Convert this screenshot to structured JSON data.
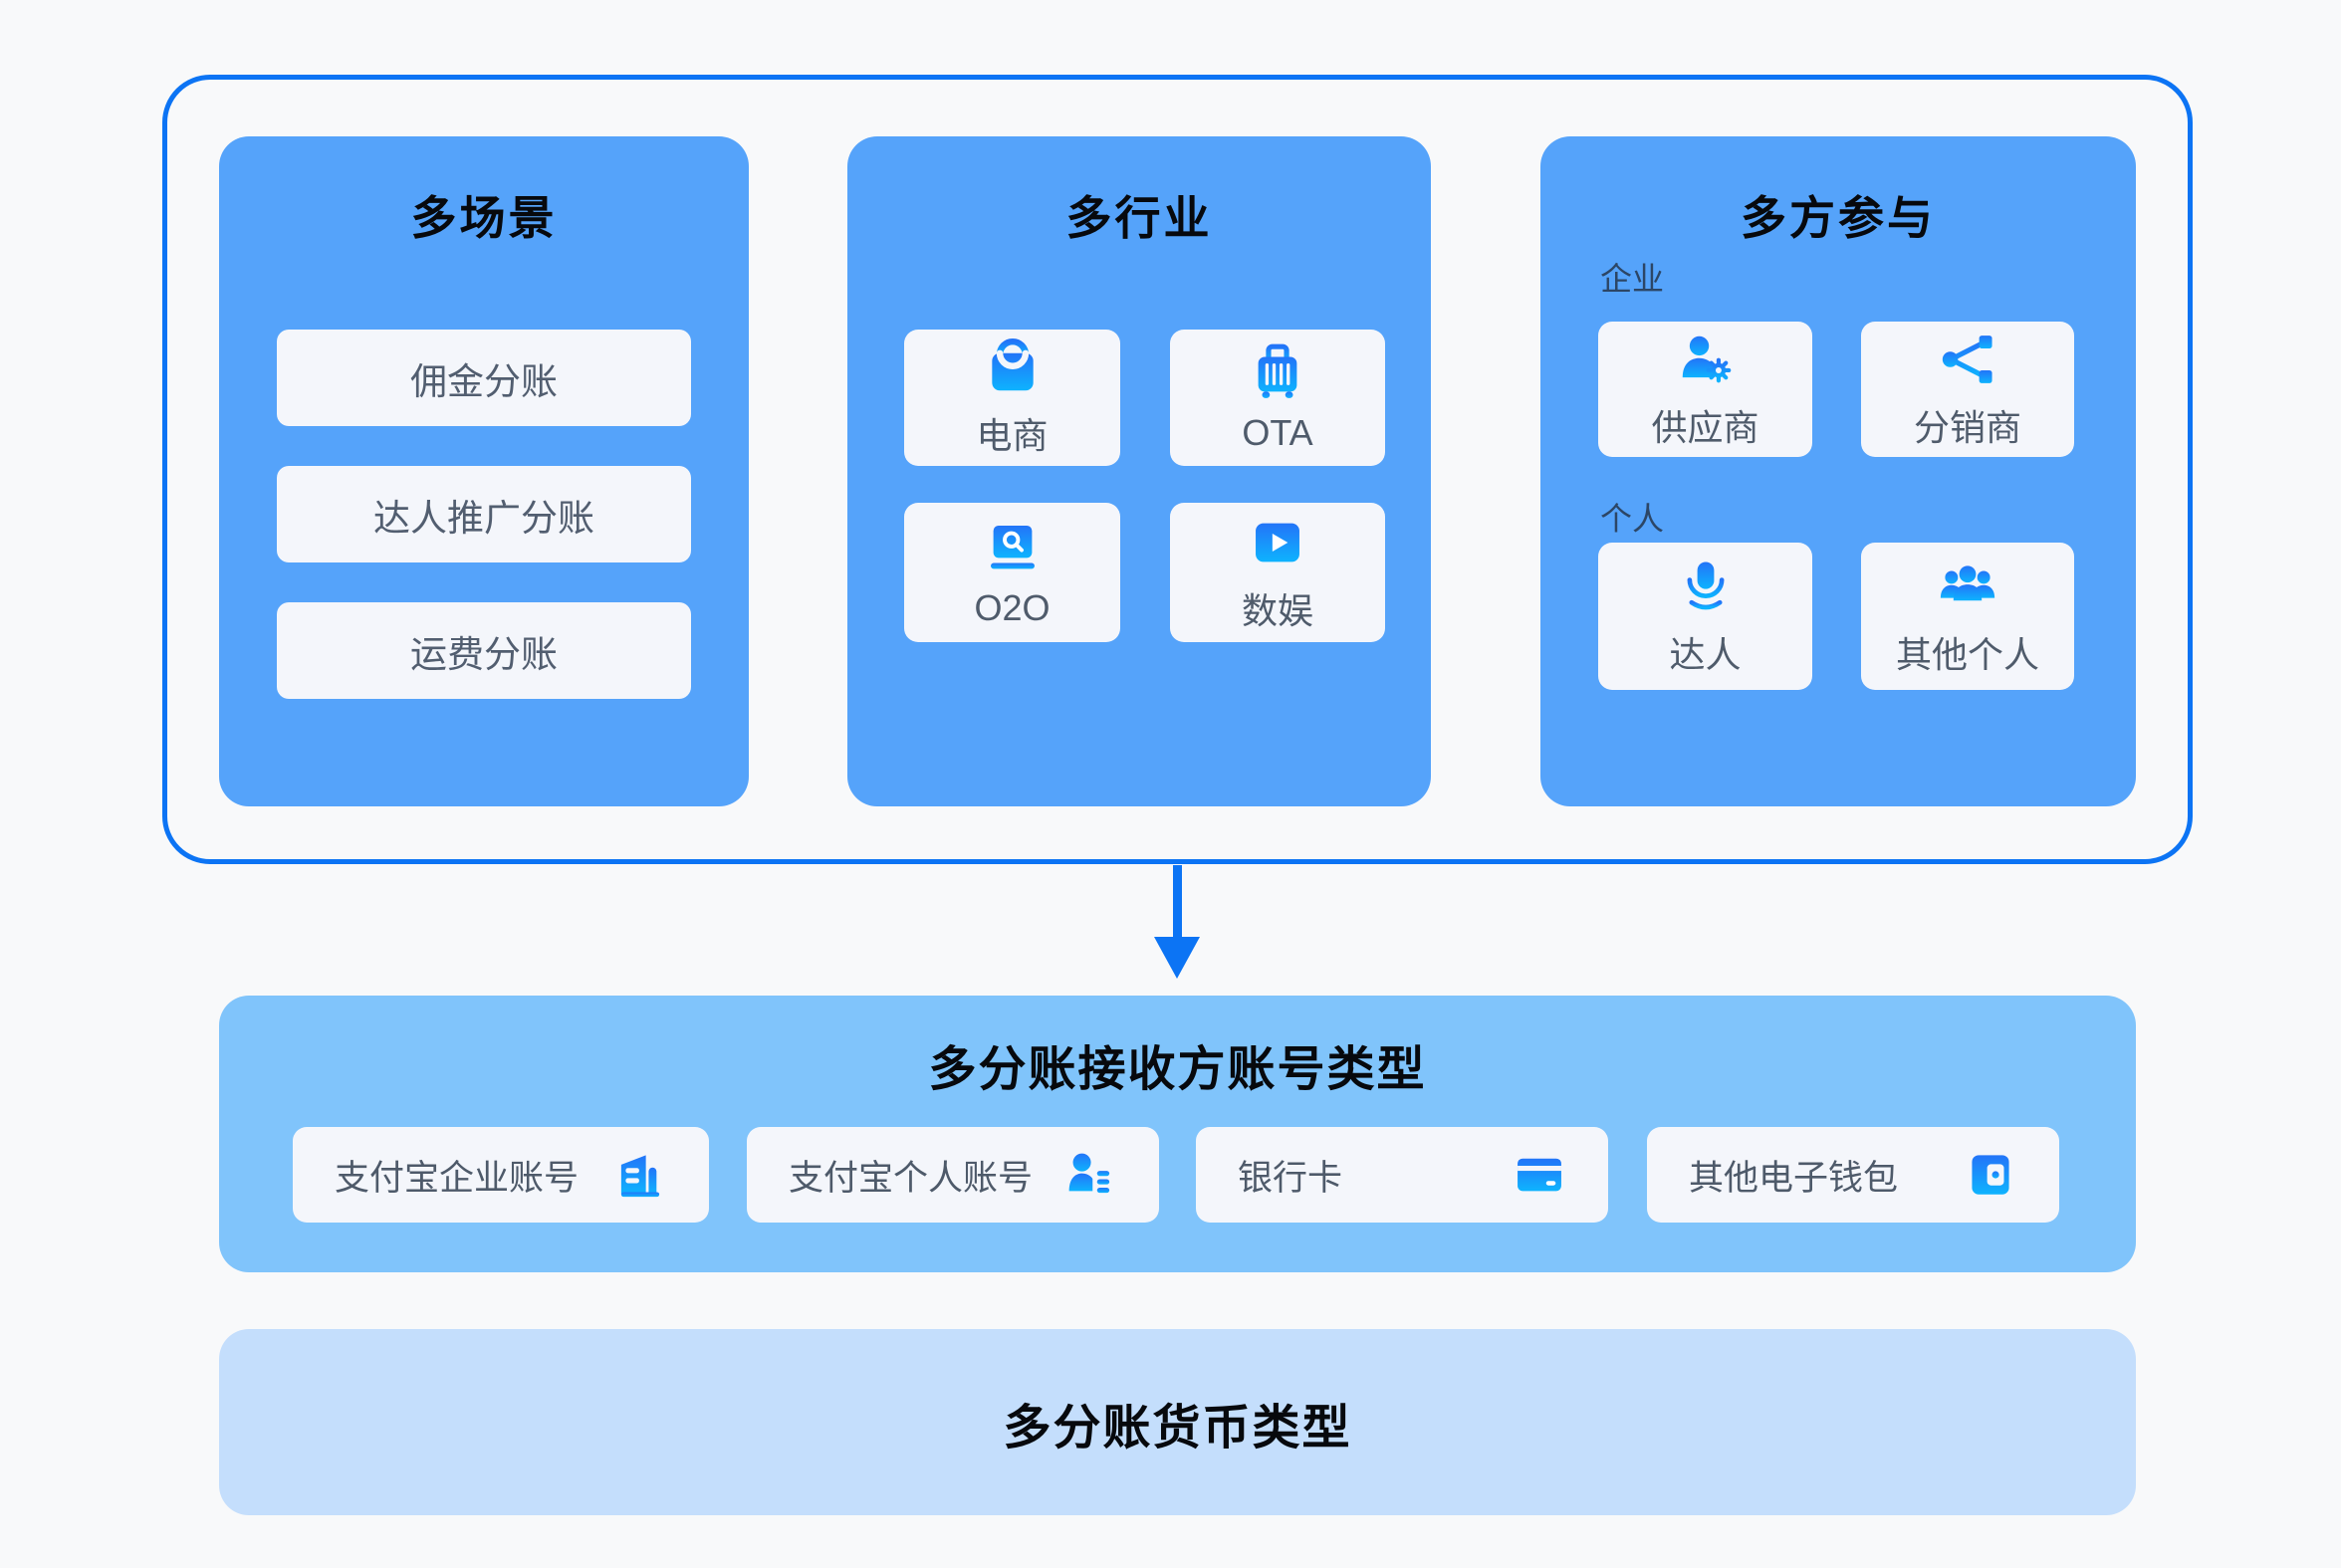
{
  "colors": {
    "page_bg": "#f8f9fa",
    "brand_blue": "#0c74f4",
    "card_blue": "#55a3fa",
    "receiver_band_blue": "#80c4fb",
    "currency_band_blue": "#c4defc",
    "tile_bg": "#f4f6fb",
    "icon_gradient_start": "#2374f8",
    "icon_gradient_end": "#0eb3fe"
  },
  "scenario_card": {
    "title": "多场景",
    "items": [
      "佣金分账",
      "达人推广分账",
      "运费分账"
    ]
  },
  "industry_card": {
    "title": "多行业",
    "tiles": [
      {
        "label": "电商",
        "icon": "shopping-bag-icon"
      },
      {
        "label": "OTA",
        "icon": "luggage-icon"
      },
      {
        "label": "O2O",
        "icon": "laptop-search-icon"
      },
      {
        "label": "数娱",
        "icon": "video-play-icon"
      }
    ]
  },
  "participants_card": {
    "title": "多方参与",
    "groups": [
      {
        "label": "企业",
        "tiles": [
          {
            "label": "供应商",
            "icon": "person-gear-icon"
          },
          {
            "label": "分销商",
            "icon": "share-network-icon"
          }
        ]
      },
      {
        "label": "个人",
        "tiles": [
          {
            "label": "达人",
            "icon": "microphone-icon"
          },
          {
            "label": "其他个人",
            "icon": "people-group-icon"
          }
        ]
      }
    ]
  },
  "receiver_band": {
    "title": "多分账接收方账号类型",
    "tiles": [
      {
        "label": "支付宝企业账号",
        "icon": "building-icon"
      },
      {
        "label": "支付宝个人账号",
        "icon": "person-list-icon"
      },
      {
        "label": "银行卡",
        "icon": "bank-card-icon"
      },
      {
        "label": "其他电子钱包",
        "icon": "wallet-icon"
      }
    ]
  },
  "currency_band": {
    "title": "多分账货币类型"
  }
}
